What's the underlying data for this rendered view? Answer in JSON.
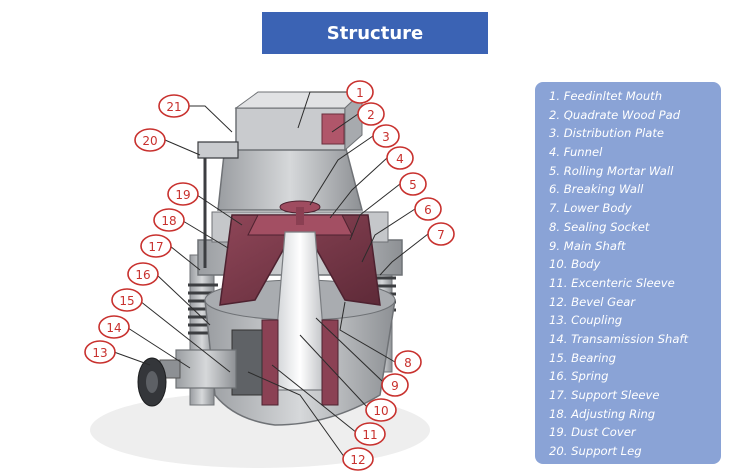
{
  "header": {
    "title": "Structure"
  },
  "callouts": [
    "1",
    "2",
    "3",
    "4",
    "5",
    "6",
    "7",
    "8",
    "9",
    "10",
    "11",
    "12",
    "13",
    "14",
    "15",
    "16",
    "17",
    "18",
    "19",
    "20",
    "21"
  ],
  "legend": {
    "items": [
      "1. Feedinltet Mouth",
      "2. Quadrate Wood Pad",
      "3. Distribution Plate",
      "4. Funnel",
      "5. Rolling Mortar Wall",
      "6. Breaking Wall",
      "7. Lower Body",
      "8. Sealing Socket",
      "9. Main Shaft",
      "10. Body",
      "11. Excenteric Sleeve",
      "12. Bevel Gear",
      "13. Coupling",
      "14. Transamission Shaft",
      "15. Bearing",
      "16. Spring",
      "17. Support Sleeve",
      "18. Adjusting Ring",
      "19. Dust Cover",
      "20. Support Leg"
    ]
  },
  "colors": {
    "banner": "#3b63b4",
    "legend_panel": "#8aa3d6",
    "callout_red": "#c8312e",
    "machine_grey": "#b9bcc0",
    "machine_dark": "#6f7276",
    "interior_maroon": "#7d3a4c"
  }
}
